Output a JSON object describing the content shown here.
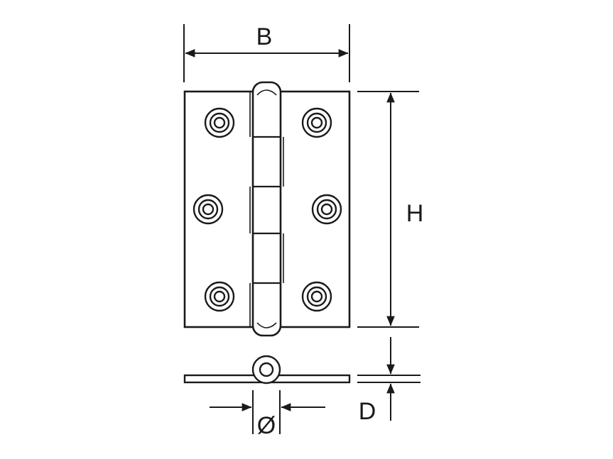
{
  "dimensions": {
    "width_label": "B",
    "height_label": "H",
    "thickness_label": "D",
    "pin_diameter_label": "Ø"
  },
  "colors": {
    "line": "#1a1a1a",
    "background": "#ffffff"
  }
}
